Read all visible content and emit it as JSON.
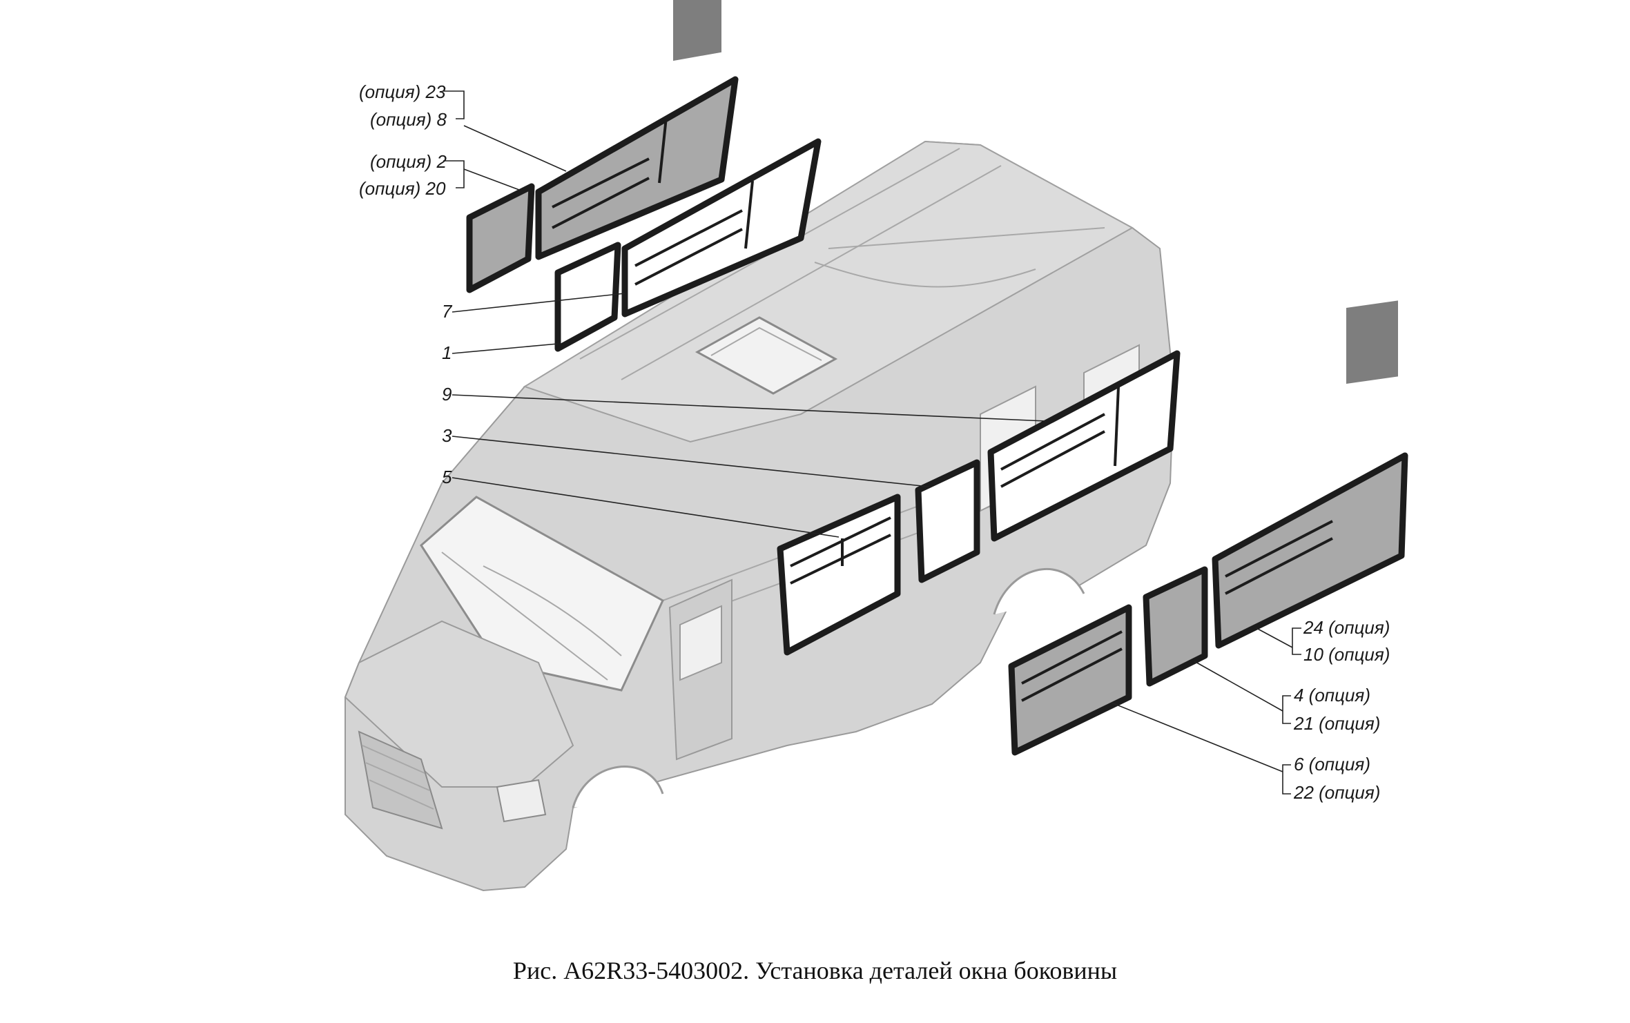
{
  "labels": {
    "opt23": "(опция) 23",
    "opt8": "(опция) 8",
    "opt2": "(опция) 2",
    "opt20": "(опция) 20",
    "l7": "7",
    "l1": "1",
    "l9": "9",
    "l3": "3",
    "l5": "5",
    "r24": "24 (опция)",
    "r10": "10 (опция)",
    "r4": "4 (опция)",
    "r21": "21 (опция)",
    "r6": "6 (опция)",
    "r22": "22 (опция)"
  },
  "caption": "Рис. А62R33-5403002. Установка деталей окна боковины",
  "colors": {
    "van_body": "#d4d4d4",
    "frame": "#1c1c1c",
    "tinted_glass": "#a9a9a9",
    "clear_glass": "#ffffff"
  }
}
